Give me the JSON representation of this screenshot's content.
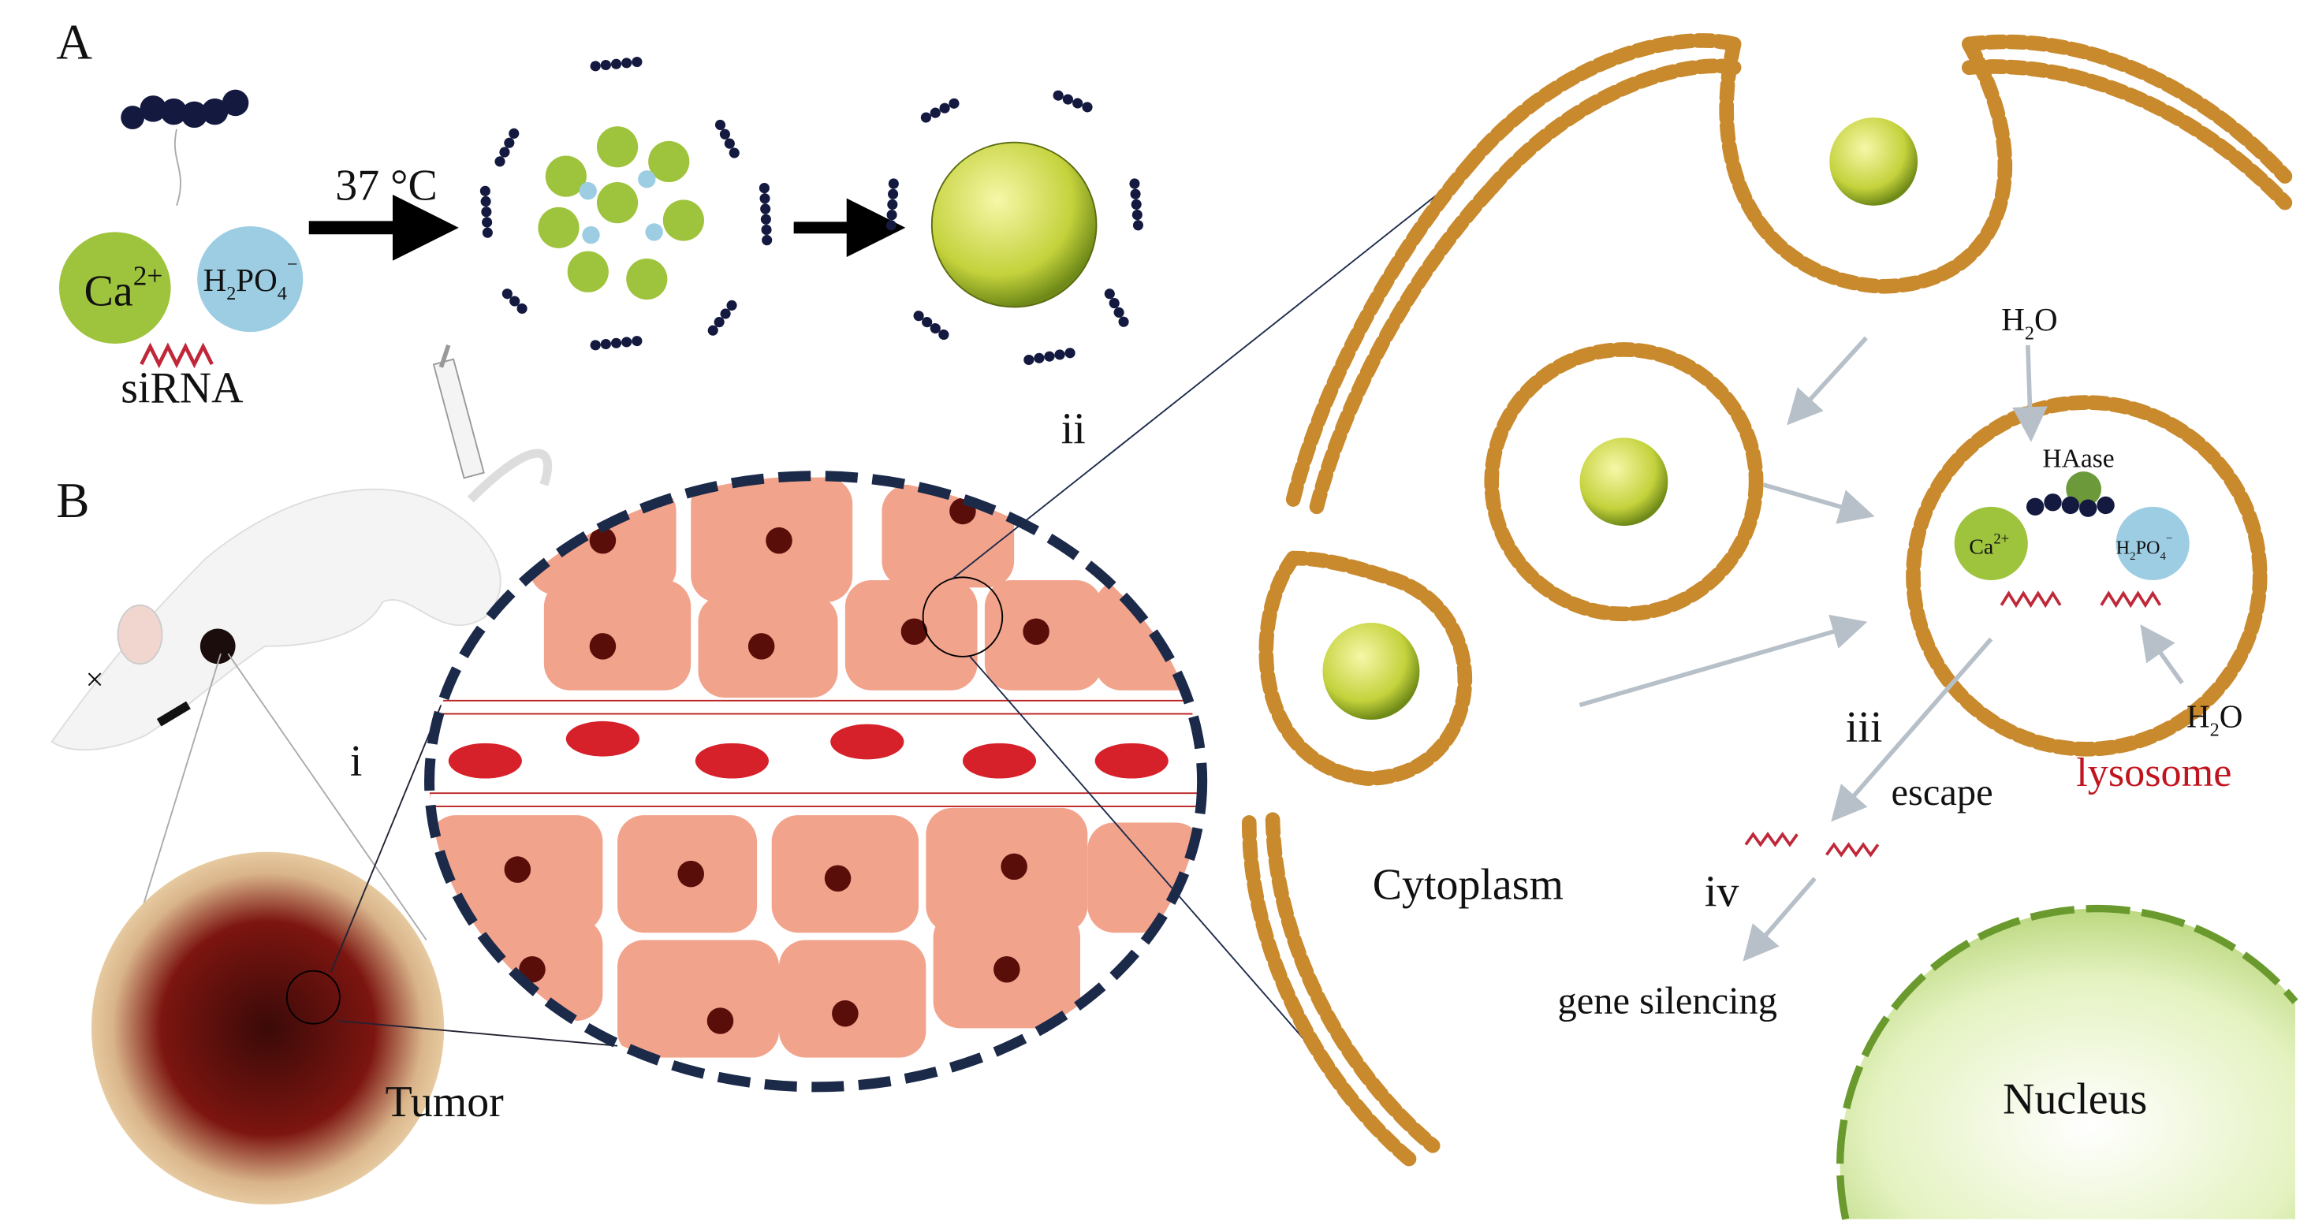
{
  "panel_a": {
    "label": "A",
    "calcium": {
      "base": "Ca",
      "sup": "2+"
    },
    "phosphate": {
      "h": "H",
      "sub2": "2",
      "po": "PO",
      "sub4": "4",
      "sup": "−"
    },
    "sirna": "siRNA",
    "temperature": "37 °C"
  },
  "panel_b": {
    "label": "B",
    "tumor": "Tumor",
    "step_i": "i",
    "step_ii": "ii"
  },
  "cell": {
    "cytoplasm": "Cytoplasm",
    "nucleus": "Nucleus",
    "step_iii": "iii",
    "step_iv": "iv",
    "escape": "escape",
    "gene_silencing": "gene silencing",
    "lysosome": "lysosome",
    "water_top": {
      "h": "H",
      "sub": "2",
      "o": "O"
    },
    "water_bottom": {
      "h": "H",
      "sub": "2",
      "o": "O"
    },
    "haase": "HAase",
    "ly_calcium": {
      "base": "Ca",
      "sup": "2+"
    },
    "ly_phosphate": {
      "h": "H",
      "sub2": "2",
      "po": "PO",
      "sub4": "4",
      "sup": "−"
    }
  },
  "colors": {
    "calcium": "#9ec33c",
    "phosphate": "#9dcde3",
    "sirna": "#c0283a",
    "membrane": "#c98a2e",
    "cell": "#f2a38c",
    "lysosome_label": "#c0141e"
  }
}
